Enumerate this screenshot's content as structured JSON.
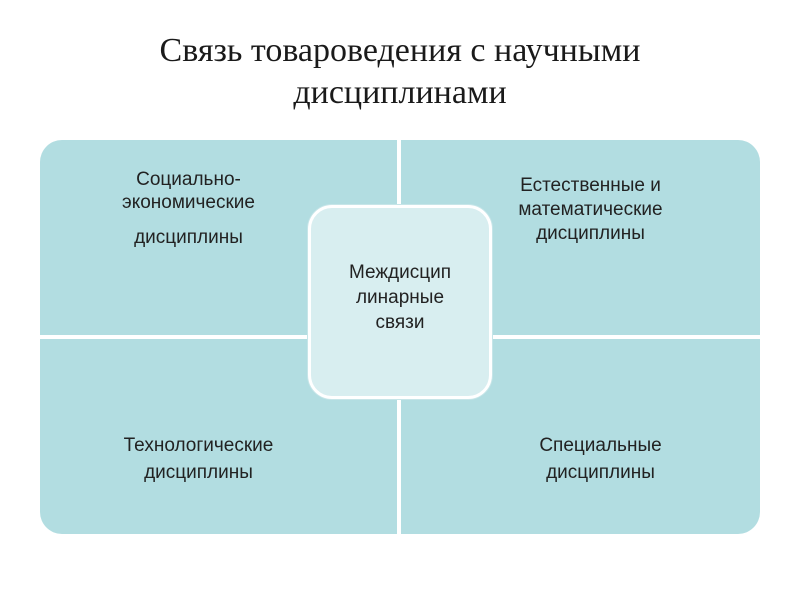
{
  "title": {
    "line1": "Связь товароведения с научными",
    "line2": "дисциплинами"
  },
  "quadrants": {
    "top_left": [
      "Социально-",
      "экономические",
      "дисциплины"
    ],
    "top_right": [
      "Естественные и",
      "математические",
      "дисциплины"
    ],
    "bottom_left": [
      "Технологические",
      "дисциплины"
    ],
    "bottom_right": [
      "Специальные",
      "дисциплины"
    ]
  },
  "center": [
    "Междисцип",
    "линарные",
    "связи"
  ],
  "colors": {
    "quadrant_fill": "#b2dde1",
    "center_fill": "#d8eef0",
    "text": "#222222"
  }
}
